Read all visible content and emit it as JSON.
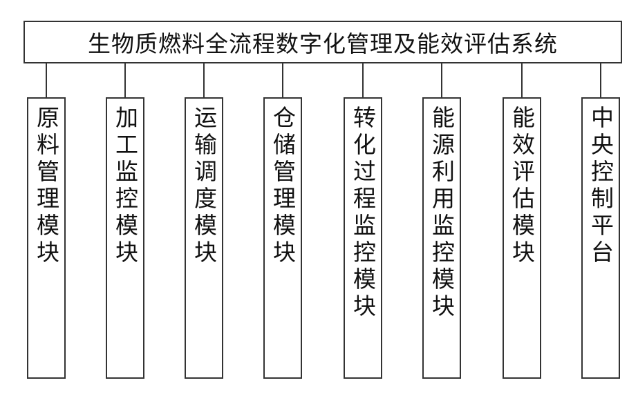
{
  "diagram": {
    "title": "生物质燃料全流程数字化管理及能效评估系统",
    "modules": [
      "原料管理模块",
      "加工监控模块",
      "运输调度模块",
      "仓储管理模块",
      "转化过程监控模块",
      "能源利用监控模块",
      "能效评估模块",
      "中央控制平台"
    ]
  }
}
